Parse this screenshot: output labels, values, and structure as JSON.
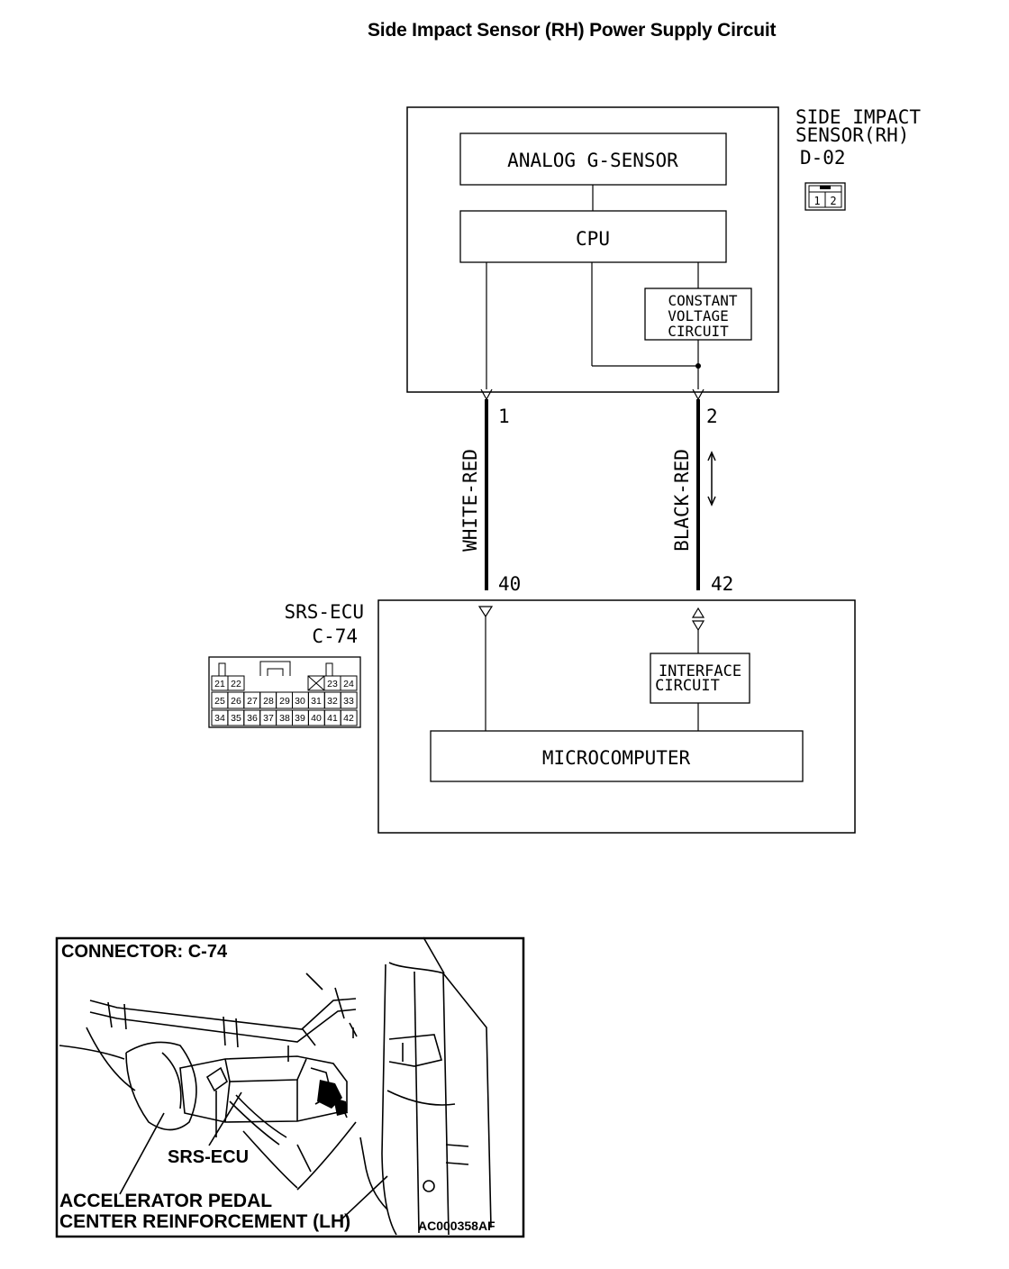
{
  "title": "Side Impact Sensor (RH) Power Supply Circuit",
  "sensor": {
    "label_line1": "SIDE IMPACT",
    "label_line2": "SENSOR(RH)",
    "connector_id": "D-02",
    "connector_pins": [
      "1",
      "2"
    ],
    "blocks": {
      "analog": "ANALOG G-SENSOR",
      "cpu": "CPU",
      "cvc_line1": "CONSTANT",
      "cvc_line2": "VOLTAGE",
      "cvc_line3": "CIRCUIT"
    }
  },
  "wires": {
    "left": {
      "color": "WHITE-RED",
      "sensor_pin": "1",
      "ecu_pin": "40"
    },
    "right": {
      "color": "BLACK-RED",
      "sensor_pin": "2",
      "ecu_pin": "42"
    }
  },
  "ecu": {
    "label": "SRS-ECU",
    "connector_id": "C-74",
    "blocks": {
      "interface_line1": "INTERFACE",
      "interface_line2": "CIRCUIT",
      "micro": "MICROCOMPUTER"
    },
    "connector_rows": [
      [
        "21",
        "22",
        "23",
        "24"
      ],
      [
        "25",
        "26",
        "27",
        "28",
        "29",
        "30",
        "31",
        "32",
        "33"
      ],
      [
        "34",
        "35",
        "36",
        "37",
        "38",
        "39",
        "40",
        "41",
        "42"
      ]
    ]
  },
  "photo": {
    "title": "CONNECTOR: C-74",
    "label_ecu": "SRS-ECU",
    "label_pedal": "ACCELERATOR PEDAL",
    "label_reinf": "CENTER REINFORCEMENT (LH)",
    "code": "AC000358AF"
  }
}
